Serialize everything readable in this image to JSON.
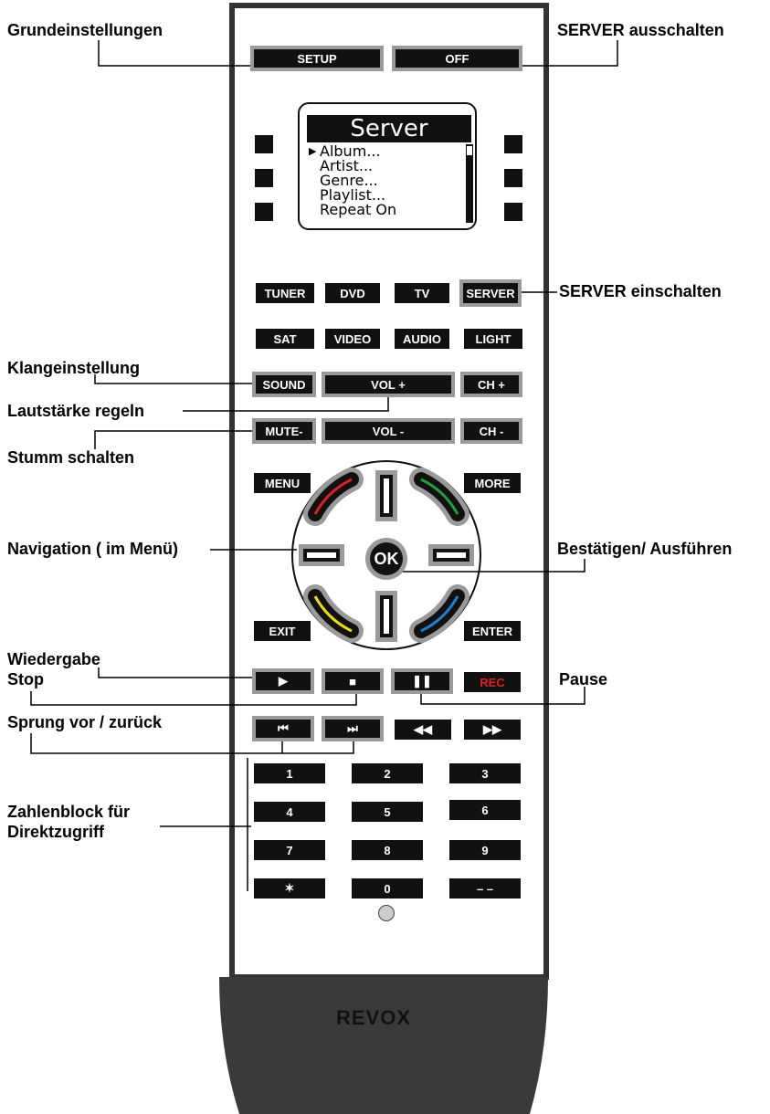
{
  "annotations": {
    "setup": "Grundeinstellungen",
    "off": "SERVER ausschalten",
    "server_on": "SERVER einschalten",
    "sound": "Klangeinstellung",
    "volume": "Lautstärke regeln",
    "mute": "Stumm schalten",
    "navigation": "Navigation ( im Menü)",
    "confirm": "Bestätigen/ Ausführen",
    "play_line1": "Wiedergabe",
    "play_line2": "Stop",
    "pause": "Pause",
    "skip": "Sprung vor / zurück",
    "numpad_line1": "Zahlenblock für",
    "numpad_line2": "Direktzugriff"
  },
  "display": {
    "title": "Server",
    "items": [
      "Album...",
      "Artist...",
      "Genre...",
      "Playlist...",
      "Repeat On"
    ]
  },
  "buttons": {
    "setup": "SETUP",
    "off": "OFF",
    "tuner": "TUNER",
    "dvd": "DVD",
    "tv": "TV",
    "server": "SERVER",
    "sat": "SAT",
    "video": "VIDEO",
    "audio": "AUDIO",
    "light": "LIGHT",
    "sound": "SOUND",
    "vol_up": "VOL +",
    "ch_up": "CH +",
    "mute": "MUTE-",
    "vol_down": "VOL -",
    "ch_down": "CH -",
    "menu": "MENU",
    "more": "MORE",
    "ok": "OK",
    "exit": "EXIT",
    "enter": "ENTER",
    "play": "▶",
    "stop": "■",
    "pause": "❚❚",
    "rec": "REC",
    "skip_back": "⏮",
    "skip_fwd": "⏭",
    "rewind": "◀◀",
    "ffwd": "▶▶",
    "n1": "1",
    "n2": "2",
    "n3": "3",
    "n4": "4",
    "n5": "5",
    "n6": "6",
    "n7": "7",
    "n8": "8",
    "n9": "9",
    "star": "✶",
    "n0": "0",
    "dash": "– –"
  },
  "brand": "REVOX",
  "colors": {
    "nav_red": "#e02020",
    "nav_green": "#1fa040",
    "nav_yellow": "#f0e000",
    "nav_blue": "#1f7fd0",
    "rec_text": "#e02020"
  }
}
